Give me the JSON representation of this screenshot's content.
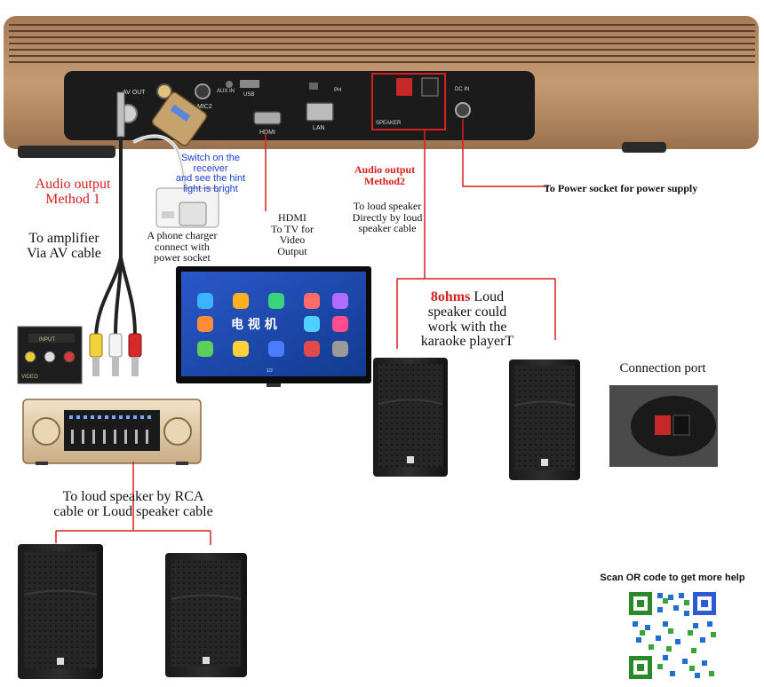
{
  "device": {
    "ports": {
      "av_out": "AV OUT",
      "mic2": "MIC2",
      "aux_in": "AUX IN",
      "usb": "USB",
      "ph": "PH",
      "hdmi": "HDMI",
      "lan": "LAN",
      "speaker": "SPEAKER",
      "dc_in": "DC IN"
    }
  },
  "labels": {
    "audio_output_method1": "Audio output\nMethod 1",
    "to_amplifier": "To amplifier\nVia AV cable",
    "switch_receiver": "Switch on the\nreceiver\nand see the hint\nlight is bright",
    "phone_charger": "A phone charger\nconnect with\npower  socket",
    "hdmi_to_tv": "HDMI\nTo TV for\nVideo\nOutput",
    "audio_output_method2": "Audio output\nMethod2",
    "to_loud_speaker_direct": "To loud speaker\nDirectly by loud\nspeaker cable",
    "power_socket": "To Power socket for power supply",
    "speaker_ohms_bold": "8ohms",
    "speaker_ohms_rest": " Loud\nspeaker could\nwork with the\nkaraoke playerT",
    "connection_port": "Connection port",
    "to_loud_speaker_rca": "To loud speaker by RCA\ncable or Loud speaker cable",
    "scan_qr": "Scan OR code to get more help"
  },
  "tv_screen": {
    "brand_text": "电 视 机",
    "page_indicator": "1/2"
  },
  "amp_input_panel": {
    "input_label": "INPUT",
    "video_label": "VIDEO"
  },
  "colors": {
    "body_gold": "#b38a63",
    "red_line": "#d61f1f",
    "tv_blue": "#1d3f9e"
  }
}
